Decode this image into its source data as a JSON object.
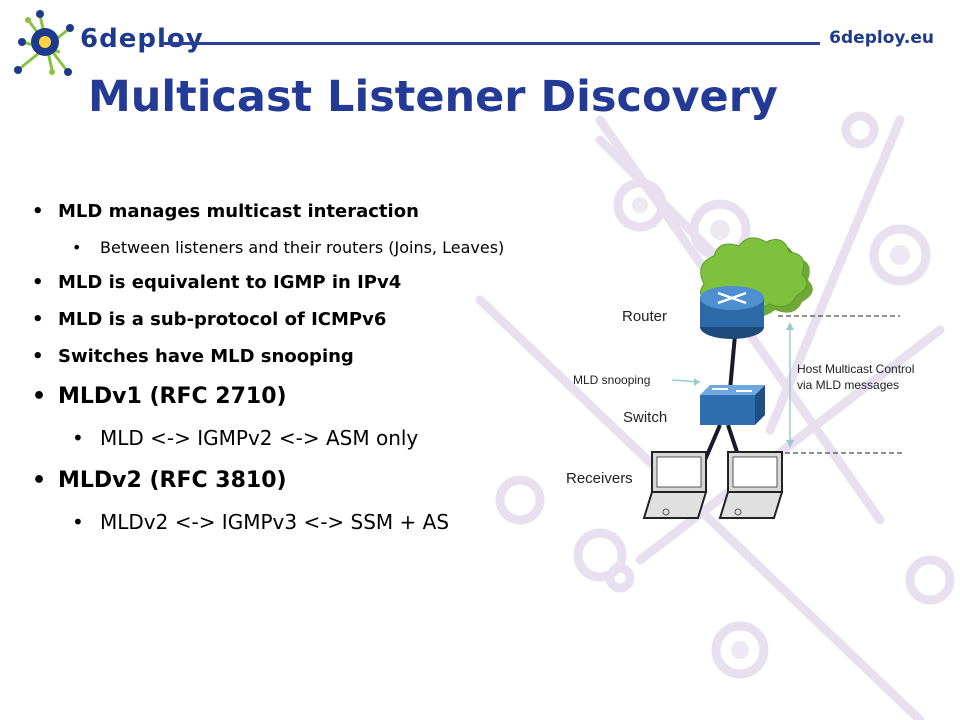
{
  "header": {
    "logo_text": "6deploy",
    "site": "6deploy.eu"
  },
  "slide": {
    "title": "Multicast Listener Discovery",
    "bullets": [
      "MLD manages multicast interaction",
      "Between listeners and their routers (Joins, Leaves)",
      "MLD is equivalent to IGMP in IPv4",
      "MLD is a sub-protocol of ICMPv6",
      "Switches have MLD snooping",
      "MLDv1 (RFC 2710)",
      "MLD <-> IGMPv2 <-> ASM only",
      "MLDv2 (RFC 3810)",
      "MLDv2 <-> IGMPv3 <-> SSM + AS"
    ]
  },
  "diagram": {
    "router_label": "Router",
    "mld_snooping_label": "MLD snooping",
    "switch_label": "Switch",
    "receivers_label": "Receivers",
    "host_control_label": "Host Multicast Control via MLD messages"
  },
  "colors": {
    "title": "#233a96",
    "accent_blue": "#1e3a8c",
    "logo_green": "#8ac33f",
    "cloud_green": "#7dc13c",
    "background_deco": "#e6ddee"
  }
}
